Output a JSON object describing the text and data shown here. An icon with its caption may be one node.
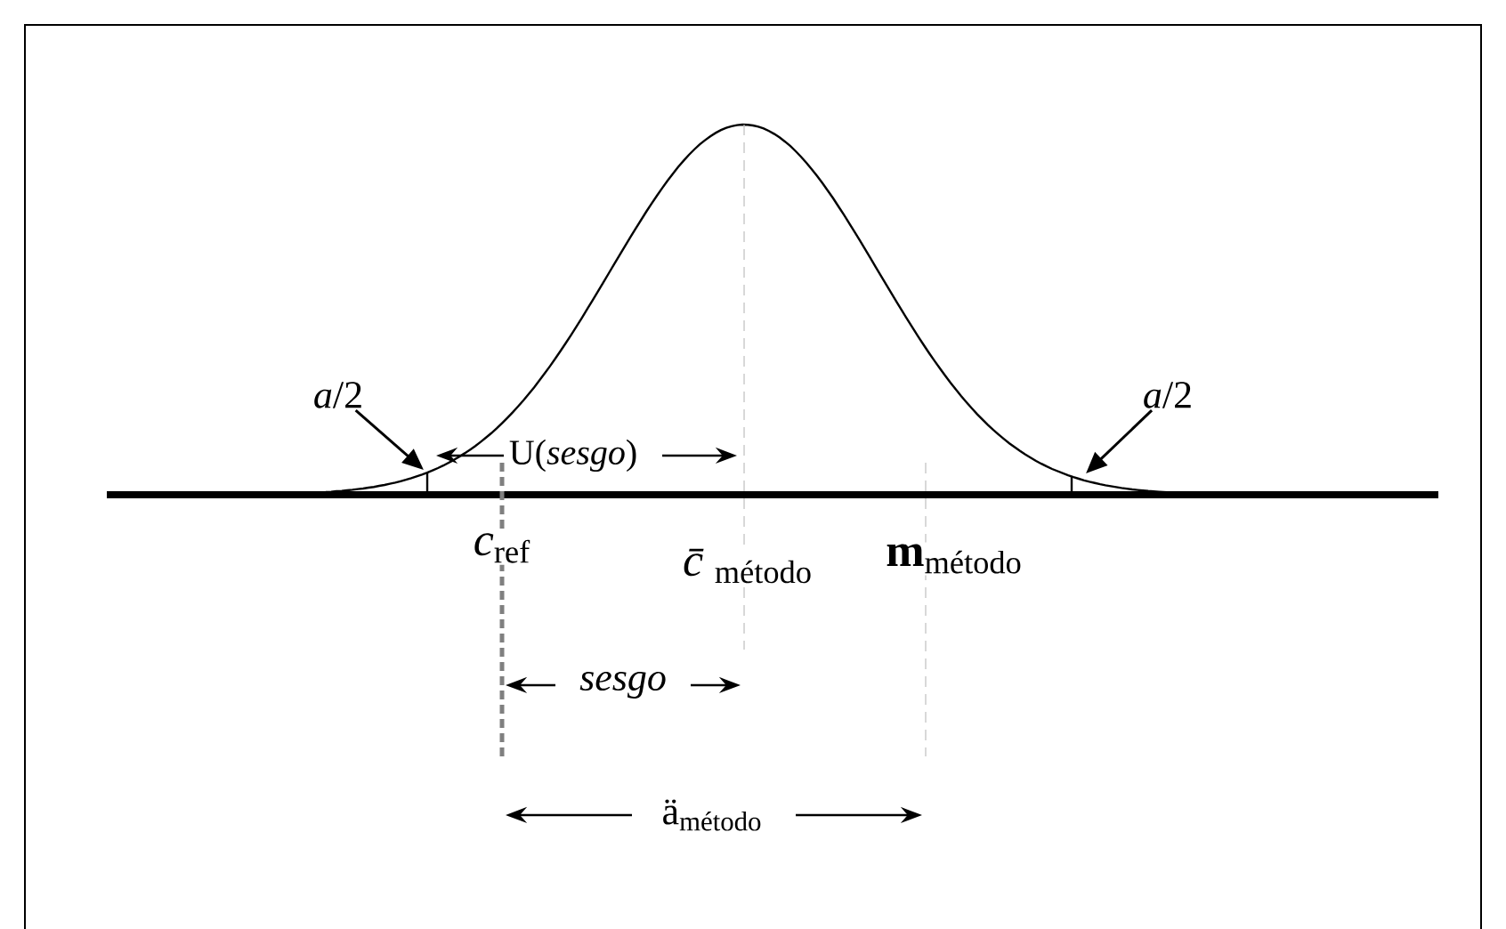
{
  "diagram": {
    "nodes": [
      {
        "text": [
          "*a*/2"
        ]
      },
      {
        "text": [
          "*a*/2"
        ]
      }
    ],
    "edges": [
      {
        "from": 0,
        "to": null,
        "arrow": "to"
      },
      {
        "from": 1,
        "to": null,
        "arrow": "to"
      }
    ],
    "labels": [
      "U(*sesgo*)",
      "*c*$_{ref}$",
      "*c̄*$_{método}$",
      "**m**$_{método}$",
      "*sesgo*",
      "ä$_{método}$"
    ]
  }
}
